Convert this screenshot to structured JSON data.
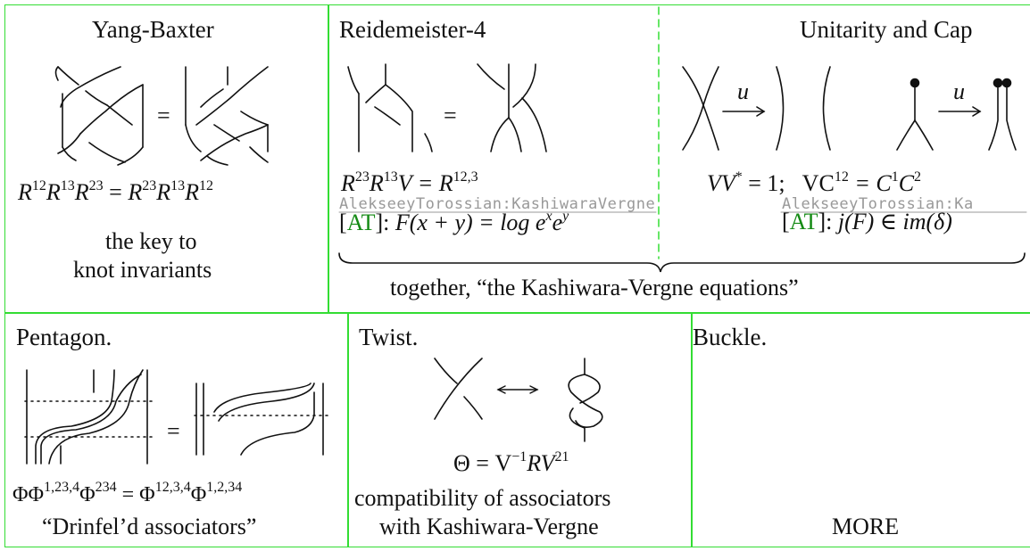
{
  "colors": {
    "frame": "#33dd33",
    "link": "#148a14",
    "ink": "#111111",
    "watermark": "#999999"
  },
  "cells": {
    "yang_baxter": {
      "title": "Yang-Baxter",
      "equation": {
        "a": "R",
        "s1": "12",
        "b": "R",
        "s2": "13",
        "c": "R",
        "s3": "23",
        "eq": " = ",
        "d": "R",
        "s4": "23",
        "e": "R",
        "s5": "13",
        "f": "R",
        "s6": "12"
      },
      "caption_line1": "the key to",
      "caption_line2": "knot invariants"
    },
    "reidemeister4": {
      "title": "Reidemeister-4",
      "equation": {
        "a": "R",
        "s1": "23",
        "b": "R",
        "s2": "13",
        "c": "V = R",
        "s3": "12,3"
      },
      "watermark": "AlekseeyTorossian:KashiwaraVergne",
      "ref_open": "[",
      "ref": "AT",
      "ref_close": "]: ",
      "ref_text": "F(x + y) = log e",
      "ref_sup1": "x",
      "ref_mid": "e",
      "ref_sup2": "y"
    },
    "unitarity": {
      "title": "Unitarity and Cap",
      "arrow_label1": "u",
      "arrow_label2": "u",
      "equation": {
        "a": "VV",
        "s1": "*",
        "b": " = 1;   VC",
        "s2": "12",
        "c": " = C",
        "s3": "1",
        "d": "C",
        "s4": "2"
      },
      "watermark": "AlekseeyTorossian:Ka",
      "ref_open": "[",
      "ref": "AT",
      "ref_close": "]: ",
      "ref_text": "j(F) ∈ im(δ)"
    },
    "brace_caption": "together, “the Kashiwara-Vergne equations”",
    "pentagon": {
      "title": "Pentagon.",
      "equation": {
        "a": "ΦΦ",
        "s1": "1,23,4",
        "b": "Φ",
        "s2": "234",
        "c": " = Φ",
        "s3": "12,3,4",
        "d": "Φ",
        "s4": "1,2,34"
      },
      "caption": "“Drinfel’d associators”"
    },
    "twist": {
      "title": "Twist.",
      "equation": {
        "a": "Θ = V",
        "s1": "−1",
        "b": "RV",
        "s2": "21"
      },
      "caption_line1": "compatibility of associators",
      "caption_line2": "with Kashiwara-Vergne"
    },
    "buckle": {
      "title": "Buckle.",
      "more": "MORE"
    }
  }
}
